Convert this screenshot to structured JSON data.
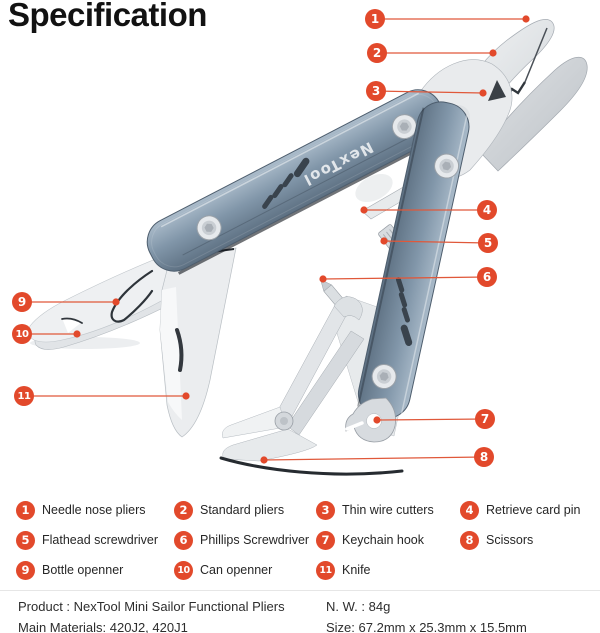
{
  "title": "Specification",
  "accent_color": "#e2492b",
  "figure": {
    "brand_text": "NexTool",
    "callouts": [
      "1",
      "2",
      "3",
      "4",
      "5",
      "6",
      "7",
      "8",
      "9",
      "10",
      "11"
    ]
  },
  "legend": {
    "items": [
      {
        "num": "1",
        "label": "Needle nose pliers"
      },
      {
        "num": "2",
        "label": "Standard pliers"
      },
      {
        "num": "3",
        "label": "Thin wire cutters"
      },
      {
        "num": "4",
        "label": "Retrieve card pin"
      },
      {
        "num": "5",
        "label": "Flathead screwdriver"
      },
      {
        "num": "6",
        "label": "Phillips Screwdriver"
      },
      {
        "num": "7",
        "label": "Keychain hook"
      },
      {
        "num": "8",
        "label": "Scissors"
      },
      {
        "num": "9",
        "label": "Bottle openner"
      },
      {
        "num": "10",
        "label": "Can openner"
      },
      {
        "num": "11",
        "label": "Knife"
      }
    ]
  },
  "info": {
    "product": "Product : NexTool Mini Sailor Functional Pliers",
    "net_weight": "N. W. : 84g",
    "materials": "Main Materials: 420J2, 420J1",
    "size": "Size: 67.2mm x 25.3mm x 15.5mm"
  }
}
